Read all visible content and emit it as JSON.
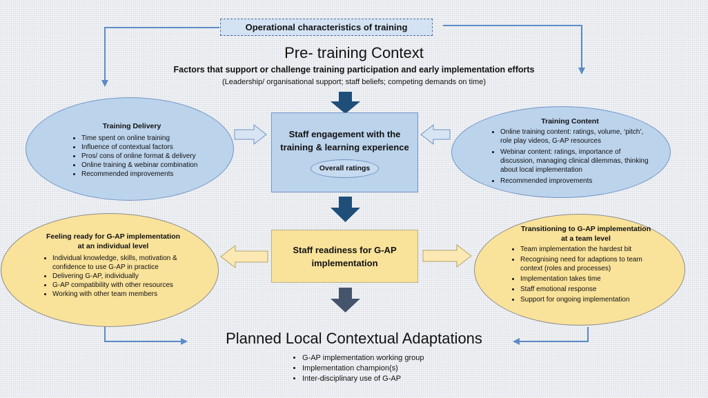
{
  "header_box": "Operational characteristics of training",
  "context": {
    "title": "Pre- training Context",
    "subtitle": "Factors that support or challenge training participation and early implementation efforts",
    "note": "(Leadership/ organisational support; staff beliefs; competing demands on time)"
  },
  "training_delivery": {
    "title": "Training Delivery",
    "items": [
      "Time spent on online training",
      "Influence of contextual factors",
      "Pros/ cons of online format & delivery",
      "Online training & webinar combination",
      "Recommended improvements"
    ]
  },
  "training_content": {
    "title": "Training Content",
    "items": [
      "Online training content:  ratings, volume, ‘pitch’, role play videos, G-AP resources",
      "Webinar content: ratings, importance of discussion, managing clinical dilemmas, thinking about local implementation",
      "Recommended improvements"
    ]
  },
  "engagement": {
    "title": "Staff engagement with the training & learning experience",
    "pill": "Overall ratings"
  },
  "readiness": {
    "title": "Staff readiness for G-AP implementation"
  },
  "individual": {
    "title": "Feeling ready for G-AP implementation at an individual level",
    "items": [
      "Individual knowledge, skills, motivation & confidence to use G-AP in practice",
      "Delivering G-AP, individually",
      "G-AP compatibility with other resources",
      "Working with other team members"
    ]
  },
  "team": {
    "title": "Transitioning to G-AP implementation at a team level",
    "items": [
      "Team implementation the hardest bit",
      "Recognising need for adaptions to team context (roles and processes)",
      "Implementation takes time",
      "Staff emotional response",
      "Support for ongoing implementation"
    ]
  },
  "adaptations": {
    "title": "Planned Local Contextual Adaptations",
    "items": [
      "G-AP implementation working group",
      "Implementation champion(s)",
      "Inter-disciplinary use of G-AP"
    ]
  },
  "colors": {
    "blue_fill": "#bcd3ec",
    "blue_border": "#6f94c4",
    "yellow_fill": "#f9e29a",
    "dark_arrow": "#1f4e79",
    "connector": "#5b8bc7"
  }
}
